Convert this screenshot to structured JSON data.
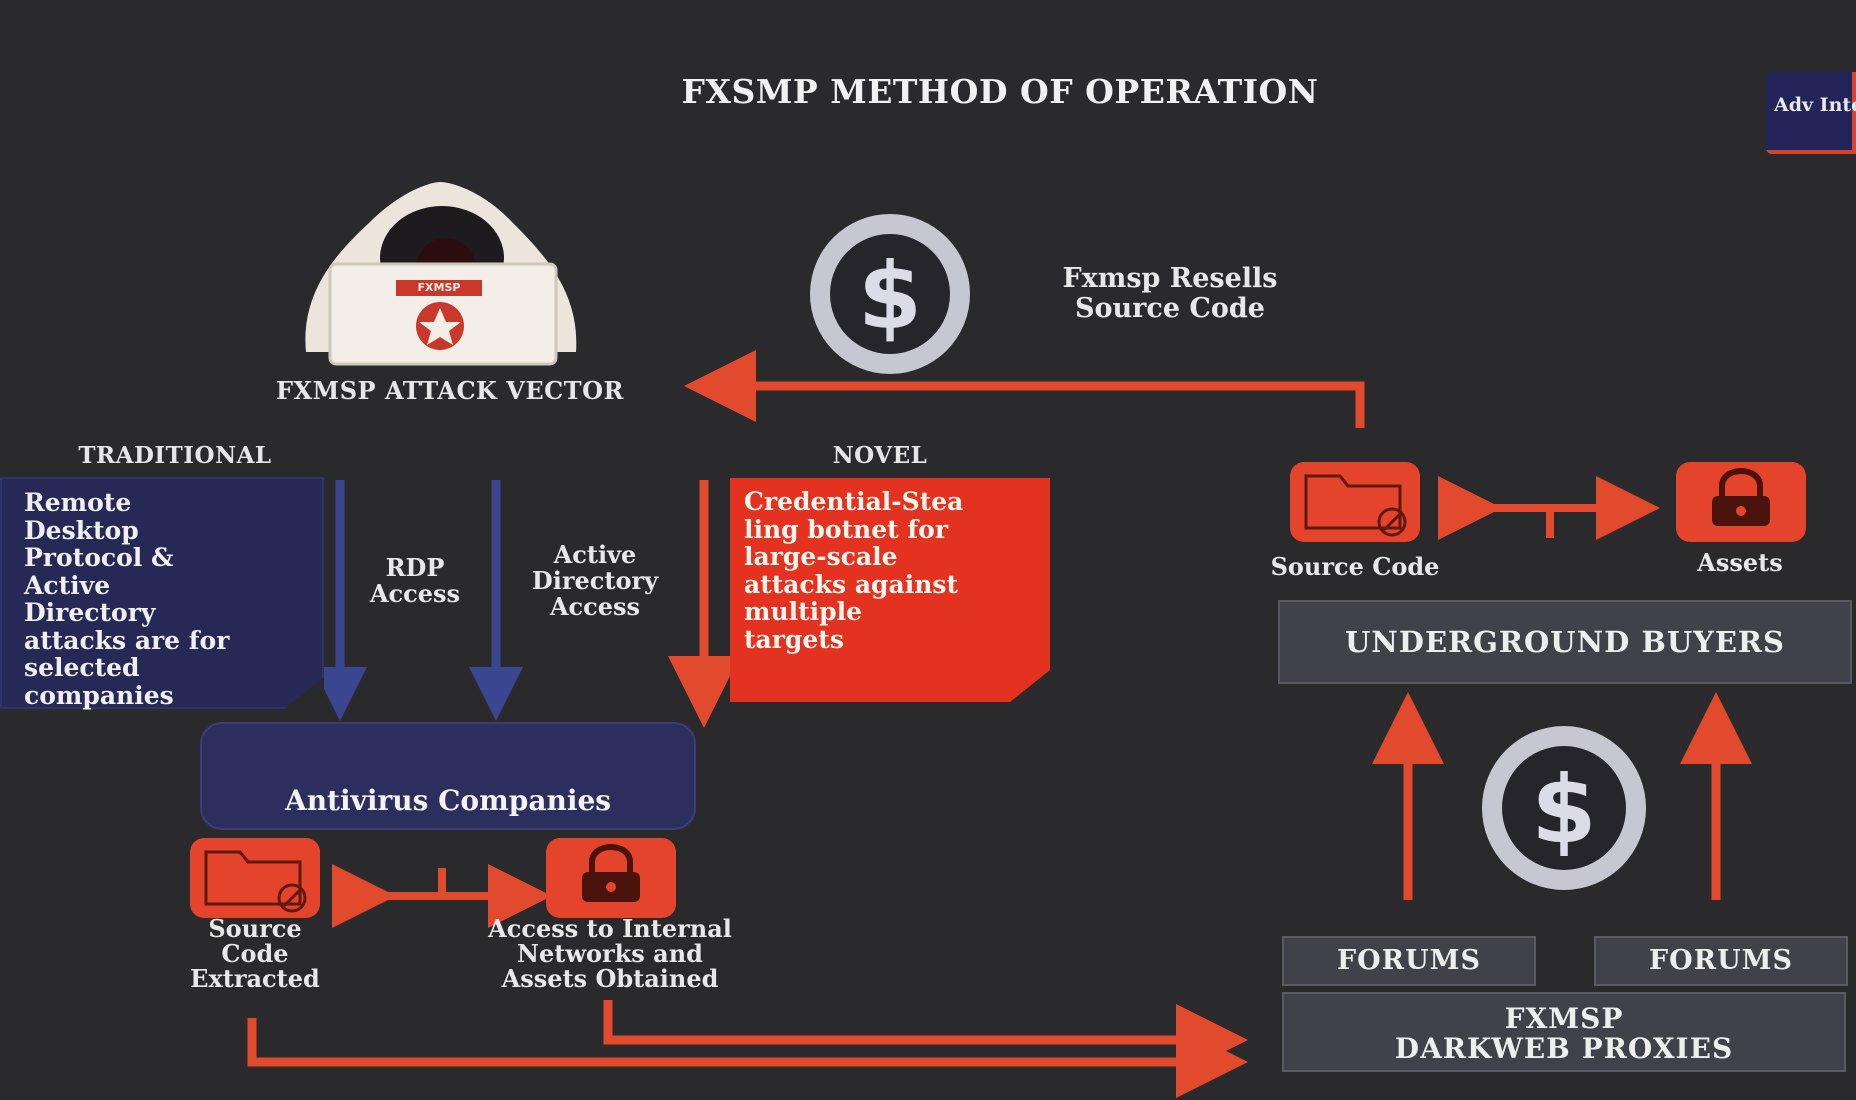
{
  "title": "FXSMP METHOD OF OPERATION",
  "logo_text": "Adv Intel",
  "hacker_badge": "FXMSP",
  "attack_vector_label": "FXMSP ATTACK VECTOR",
  "resells_label": "Fxmsp Resells\nSource Code",
  "traditional_heading": "TRADITIONAL",
  "novel_heading": "NOVEL",
  "traditional_note": "Remote\nDesktop\nProtocol &\nActive\nDirectory\nattacks are for\nselected\ncompanies",
  "rdp_label": "RDP\nAccess",
  "ad_label": "Active\nDirectory\nAccess",
  "novel_note": "Credential-Stea\nling botnet  for\nlarge-scale\nattacks against\nmultiple\ntargets",
  "antivirus_label": "Antivirus Companies",
  "source_extracted_label": "Source\nCode\nExtracted",
  "access_internal_label": "Access to Internal\nNetworks and\nAssets Obtained",
  "source_code_label": "Source Code",
  "assets_label": "Assets",
  "underground_buyers": "UNDERGROUND BUYERS",
  "forums_left": "FORUMS",
  "forums_right": "FORUMS",
  "proxies_label": "FXMSP\nDARKWEB PROXIES",
  "icons": [
    "hacker-icon",
    "dollar-icon",
    "folder-icon",
    "lock-icon"
  ],
  "colors": {
    "background": "#2a292b",
    "accent_red": "#e4432c",
    "arrow_red": "#e24a2e",
    "navy": "#262956",
    "gray_panel": "#414149"
  }
}
